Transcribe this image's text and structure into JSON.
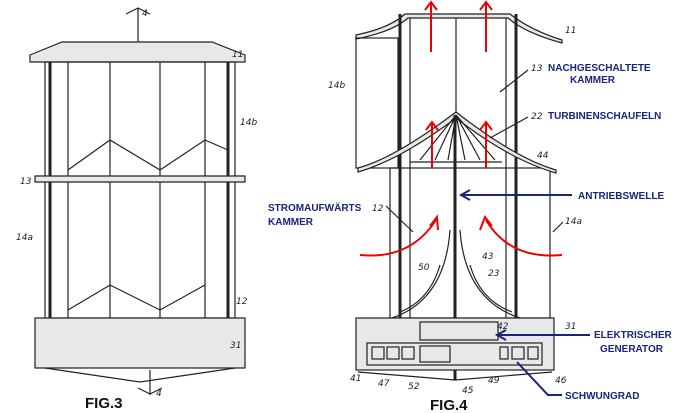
{
  "fig3": {
    "caption": "FIG.3",
    "section_marker_top": "4",
    "section_marker_bottom": "4",
    "refs": {
      "cap": "11",
      "upper_wall": "14b",
      "downstream": "13",
      "lower_wall": "14a",
      "upstream": "12",
      "base": "31"
    }
  },
  "fig4": {
    "caption": "FIG.4",
    "refs": {
      "cap": "11",
      "upper_wall": "14b",
      "downstream": "13",
      "blades": "22",
      "skirt": "44",
      "upstream": "12",
      "lower_wall": "14a",
      "r43": "43",
      "r50": "50",
      "r23": "23",
      "r42": "42",
      "base": "31",
      "r41": "41",
      "r47": "47",
      "r52": "52",
      "r45": "45",
      "r49": "49",
      "r46": "46"
    },
    "labels": {
      "downstream_chamber_1": "NACHGESCHALTETE",
      "downstream_chamber_2": "KAMMER",
      "turbine_blades": "TURBINENSCHAUFELN",
      "drive_shaft": "ANTRIEBSWELLE",
      "upstream_chamber_1": "STROMAUFWÄRTS",
      "upstream_chamber_2": "KAMMER",
      "generator_1": "ELEKTRISCHER",
      "generator_2": "GENERATOR",
      "flywheel": "SCHWUNGRAD"
    }
  }
}
